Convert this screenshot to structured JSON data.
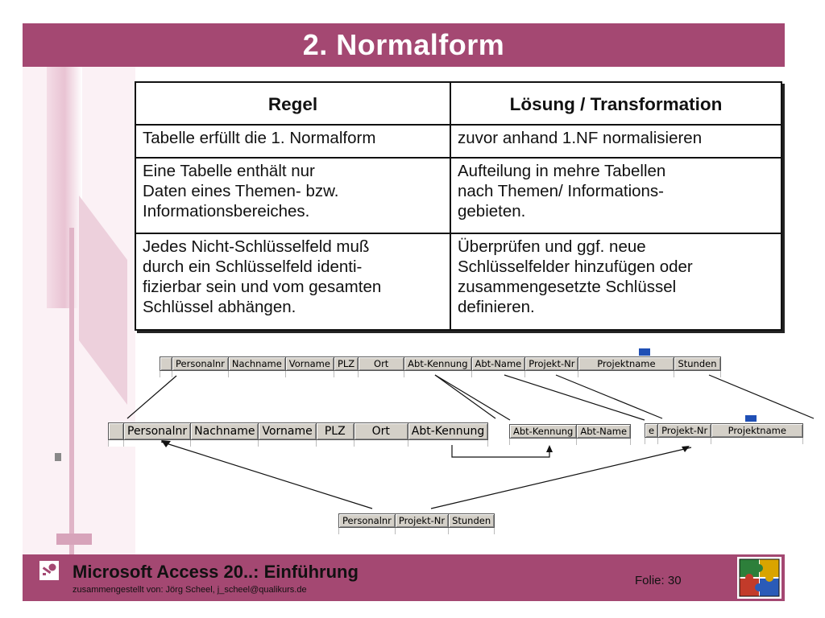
{
  "slide": {
    "title": "2. Normalform"
  },
  "table": {
    "headers": [
      "Regel",
      "Lösung / Transformation"
    ],
    "rows": [
      [
        "Tabelle erfüllt die 1. Normalform",
        "zuvor anhand 1.NF normalisieren"
      ],
      [
        "Eine Tabelle enthält nur\nDaten eines Themen- bzw.\nInformationsbereiches.",
        "Aufteilung in mehre Tabellen\nnach Themen/ Informations-\ngebieten."
      ],
      [
        "Jedes Nicht-Schlüsselfeld  muß\ndurch ein Schlüsselfeld identi-\nfizierbar sein und vom gesamten\nSchlüssel abhängen.",
        "Überprüfen und ggf. neue\nSchlüsselfelder hinzufügen oder\nzusammengesetzte Schlüssel\ndefinieren."
      ]
    ]
  },
  "diagram": {
    "top_table": [
      "Personalnr",
      "Nachname",
      "Vorname",
      "PLZ",
      "Ort",
      "Abt-Kennung",
      "Abt-Name",
      "Projekt-Nr",
      "Projektname",
      "Stunden"
    ],
    "personal_table": [
      "Personalnr",
      "Nachname",
      "Vorname",
      "PLZ",
      "Ort",
      "Abt-Kennung"
    ],
    "abteilung_table": [
      "Abt-Kennung",
      "Abt-Name"
    ],
    "projekt_table": [
      "e",
      "Projekt-Nr",
      "Projektname"
    ],
    "stunden_table": [
      "Personalnr",
      "Projekt-Nr",
      "Stunden"
    ]
  },
  "footer": {
    "title": "Microsoft Access 20..: Einführung",
    "subtitle": "zusammengestellt von: Jörg Scheel, j_scheel@qualikurs.de",
    "slide_label": "Folie: 30"
  },
  "colors": {
    "accent": "#a44872",
    "header_gray": "#d4d0c8",
    "access_blue": "#1f4fb5"
  }
}
